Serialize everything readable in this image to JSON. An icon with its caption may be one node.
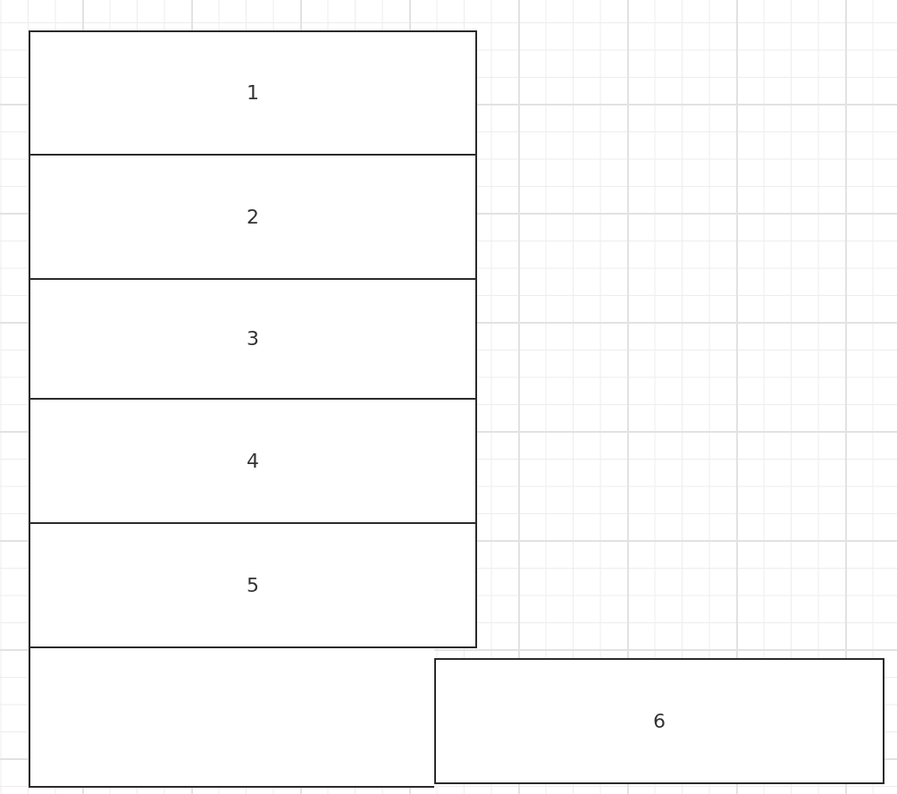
{
  "diagram": {
    "nodes": [
      {
        "text": [
          "1"
        ]
      },
      {
        "text": [
          "2"
        ]
      },
      {
        "text": [
          "3"
        ]
      },
      {
        "text": [
          "4"
        ]
      },
      {
        "text": [
          "5"
        ]
      },
      {
        "text": [],
        "shape": "box"
      },
      {
        "text": [
          "6"
        ]
      }
    ]
  }
}
